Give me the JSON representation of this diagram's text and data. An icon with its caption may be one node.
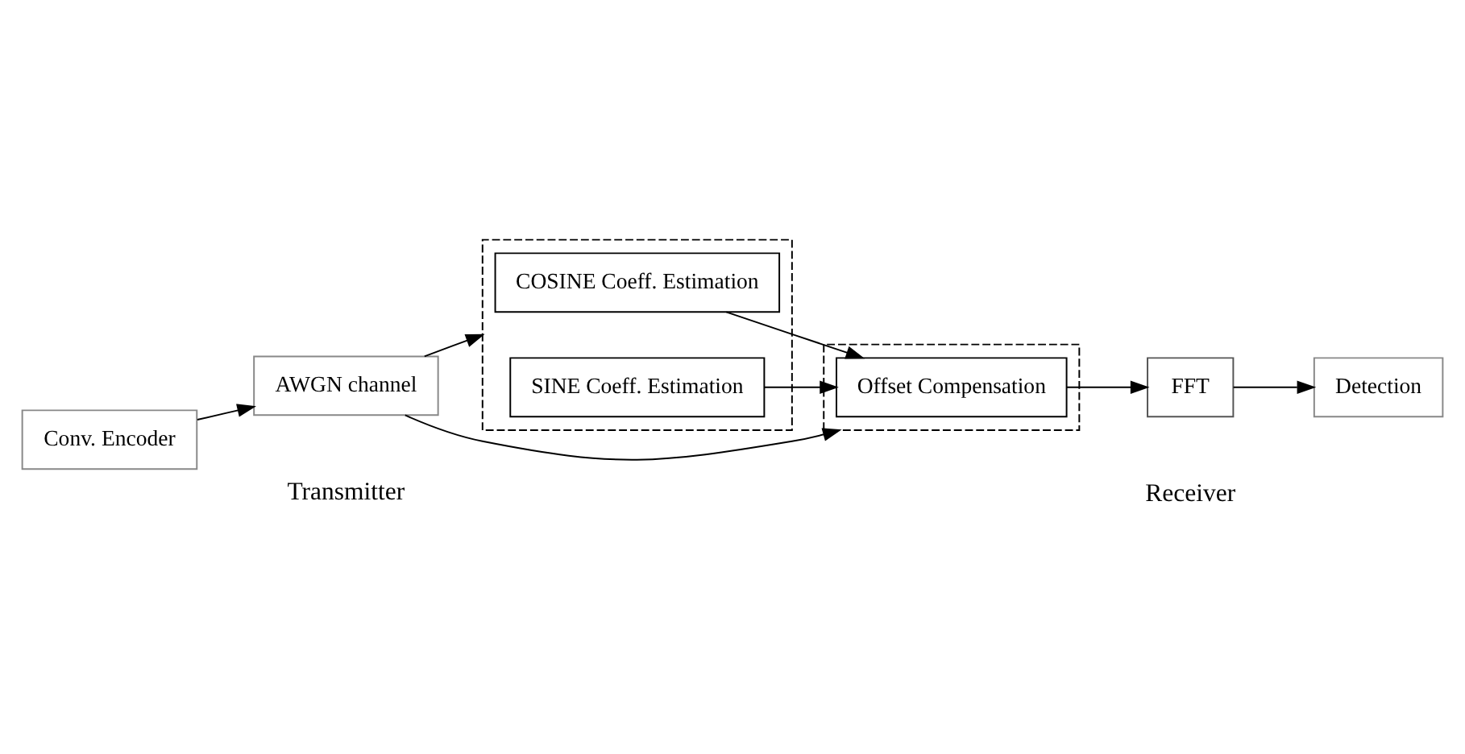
{
  "diagram": {
    "nodes": [
      {
        "text": [
          "Conv. Encoder"
        ]
      },
      {
        "text": [
          "AWGN channel"
        ]
      },
      {
        "text": [],
        "shape": "box"
      },
      {
        "text": [
          "COSINE Coeff. Estimation"
        ],
        "in": 2
      },
      {
        "text": [
          "SINE Coeff. Estimation"
        ],
        "in": 2
      },
      {
        "text": [],
        "shape": "box"
      },
      {
        "text": [
          "Offset Compensation"
        ],
        "in": 5
      },
      {
        "text": [
          "FFT"
        ]
      },
      {
        "text": [
          "Detection"
        ]
      }
    ],
    "edges": [
      {
        "from": 0,
        "to": 1,
        "arrow": "to"
      },
      {
        "from": 1,
        "to": 2,
        "arrow": "to"
      },
      {
        "from": 1,
        "to": 5,
        "arrow": "to"
      },
      {
        "from": 3,
        "to": 6,
        "arrow": "to"
      },
      {
        "from": 4,
        "to": 6,
        "arrow": "to"
      },
      {
        "from": 6,
        "to": 7,
        "arrow": "to"
      },
      {
        "from": 7,
        "to": 8,
        "arrow": "to"
      }
    ],
    "labels": [
      "Transmitter",
      "Receiver"
    ]
  }
}
